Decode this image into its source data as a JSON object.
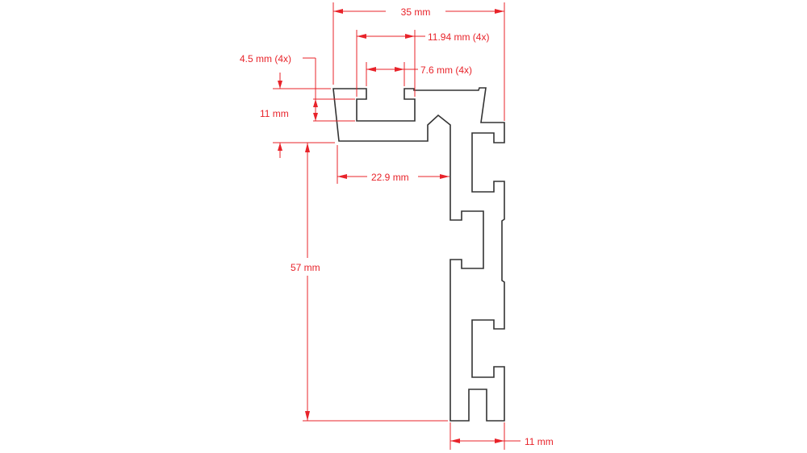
{
  "drawing": {
    "colors": {
      "dimension": "#e8232a",
      "profile": "#333333"
    },
    "dimensions": {
      "overall_width": "35 mm",
      "slot_outer_width": "11.94 mm (4x)",
      "slot_opening_width": "7.6 mm (4x)",
      "slot_lip_height": "4.5 mm (4x)",
      "slot_depth": "11 mm",
      "flange_offset": "22.9 mm",
      "web_height": "57 mm",
      "web_width": "11 mm"
    }
  }
}
